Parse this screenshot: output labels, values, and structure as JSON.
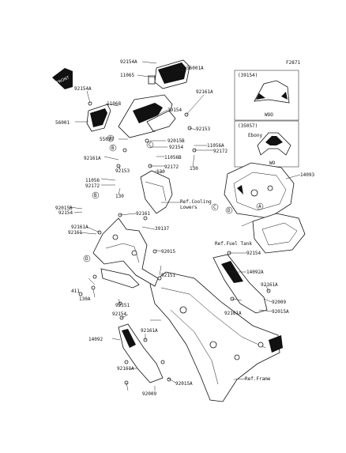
{
  "figure_code": "F2871",
  "front_icon_label": "FRONT",
  "notes": {
    "ref_cooling": "Ref.Cooling",
    "ref_cooling_2": "Lowers",
    "ref_fuel_tank": "Ref.Fuel Tank",
    "ref_frame": "Ref.Frame"
  },
  "box_windshield": {
    "code": "(39154)",
    "color": "WOO"
  },
  "box_cover": {
    "code": "(35057)",
    "color1": "Ebony",
    "color2": "WO"
  },
  "circles": [
    "A",
    "B",
    "C",
    "D",
    "A",
    "C",
    "B",
    "D"
  ],
  "parts": {
    "p92154a": "92154A",
    "p56001a": "56001A",
    "p11065": "11065",
    "p92154a_l": "92154A",
    "p11068": "11068",
    "p56001": "56001",
    "p92161a_t": "92161A",
    "p39154": "39154",
    "p92153_r": "92153",
    "p55057": "55057",
    "p92015b_a": "92015B",
    "p92154_m": "92154",
    "p11056a": "11056A",
    "p92172_a": "92172",
    "p11056b": "11056B",
    "p92172_b": "92172",
    "p92161a_l": "92161A",
    "p92153_m": "92153",
    "p130_a": "130",
    "p130_b": "130",
    "p11056": "11056",
    "p92172_c": "92172",
    "p130_c": "130",
    "p14093": "14093",
    "p92015b_b": "92015B",
    "p92154_b": "92154",
    "p92161_a": "92161",
    "p39137": "39137",
    "p92161a_c": "92161A",
    "p92161_b": "92161",
    "p92015": "92015",
    "p92151_a": "92151",
    "p411": "411",
    "p130a": "130A",
    "p92151_b": "92151",
    "p92154_c": "92154",
    "p92154_d": "92154",
    "p14092a": "14092A",
    "p92161a_d": "92161A",
    "p92161a_e": "92161A",
    "p92009_a": "92009",
    "p92015a_a": "92015A",
    "p14092": "14092",
    "p92161a_f": "92161A",
    "p92161a_g": "92161A",
    "p92015a_b": "92015A",
    "p92009_b": "92009"
  }
}
